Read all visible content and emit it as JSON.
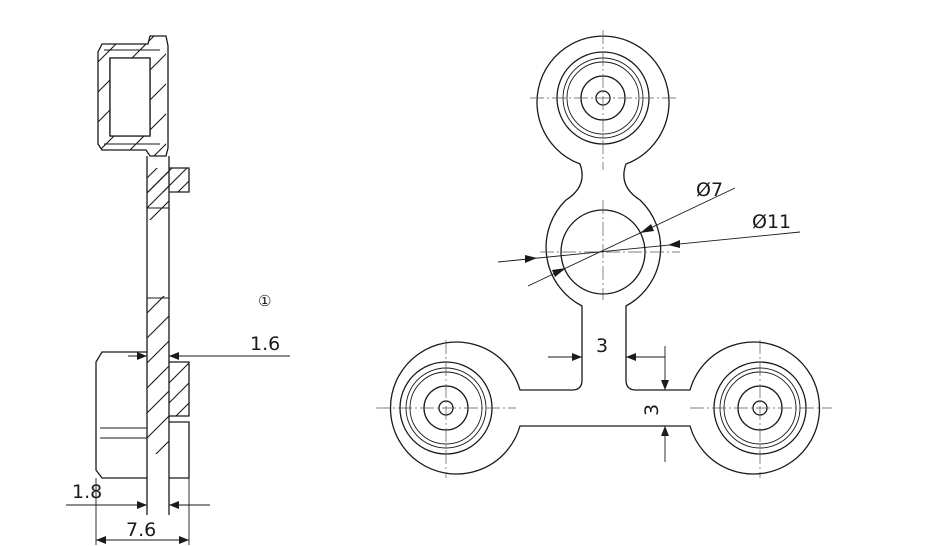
{
  "section_view": {
    "callout_marker": "①",
    "dimensions": {
      "wall_thickness": "1.6",
      "flange_thickness": "1.8",
      "overall_height": "7.6"
    }
  },
  "plan_view": {
    "dimensions": {
      "inner_diameter": "Ø7",
      "outer_diameter": "Ø11",
      "stem_width": "3",
      "arm_height": "3"
    }
  }
}
